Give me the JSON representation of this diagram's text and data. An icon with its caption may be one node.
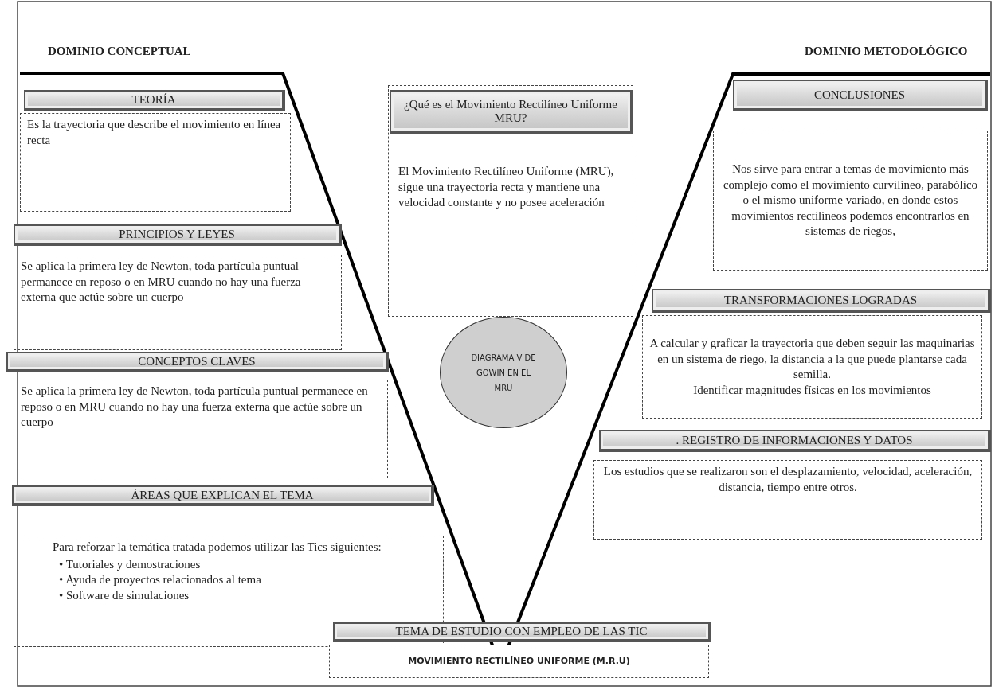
{
  "diagram": {
    "nodes": [
      {
        "text": [
          "TEORÍA"
        ]
      },
      {
        "text": [
          "Es la trayectoria que describe el movimiento en línea recta"
        ]
      },
      {
        "text": [
          "PRINCIPIOS Y LEYES"
        ]
      },
      {
        "text": [
          "Se aplica la primera ley de Newton, toda partícula puntual permanece en reposo o en MRU cuando no hay una fuerza externa que actúe sobre un cuerpo"
        ]
      },
      {
        "text": [
          "CONCEPTOS CLAVES"
        ]
      },
      {
        "text": [
          "Se aplica la primera ley de Newton, toda partícula puntual permanece en reposo o en MRU cuando no hay una fuerza externa que actúe sobre un cuerpo"
        ]
      },
      {
        "text": [
          "ÁREAS QUE EXPLICAN EL TEMA"
        ]
      },
      {
        "text": [
          "Para reforzar la temática tratada podemos utilizar las Tics siguientes:",
          "• Tutoriales y demostraciones",
          "• Ayuda de proyectos relacionados al tema",
          "• Software de simulaciones"
        ]
      },
      {
        "text": [
          "El Movimiento Rectilíneo Uniforme (MRU), sigue una trayectoria recta y mantiene una velocidad constante y no posee aceleración"
        ]
      },
      {
        "text": [
          "¿Qué es el Movimiento Rectilíneo Uniforme MRU?"
        ],
        "in": 8
      },
      {
        "text": [
          "DIAGRAMA V DE GOWIN EN EL MRU"
        ]
      },
      {
        "text": [
          "CONCLUSIONES"
        ]
      },
      {
        "text": [
          "Nos sirve para entrar a temas de movimiento más complejo como el movimiento curvilíneo, parabólico o el mismo uniforme variado, en donde estos movimientos rectilíneos podemos encontrarlos en sistemas de riegos,"
        ]
      },
      {
        "text": [
          "TRANSFORMACIONES LOGRADAS"
        ]
      },
      {
        "text": [
          "A calcular y graficar la trayectoria que deben seguir las maquinarias en un sistema de riego, la distancia a la que puede plantarse cada semilla.",
          "Identificar magnitudes físicas en los movimientos"
        ]
      },
      {
        "text": [
          ". REGISTRO DE INFORMACIONES Y DATOS"
        ]
      },
      {
        "text": [
          "Los estudios que se realizaron son el desplazamiento, velocidad, aceleración, distancia, tiempo entre otros."
        ]
      },
      {
        "text": [
          "TEMA DE ESTUDIO CON EMPLEO DE LAS TIC"
        ]
      },
      {
        "text": [
          "MOVIMIENTO RECTILÍNEO UNIFORME (M.R.U)"
        ]
      }
    ],
    "edges": [],
    "labels": [
      "DOMINIO CONCEPTUAL",
      "DOMINIO METODOLÓGICO"
    ]
  }
}
